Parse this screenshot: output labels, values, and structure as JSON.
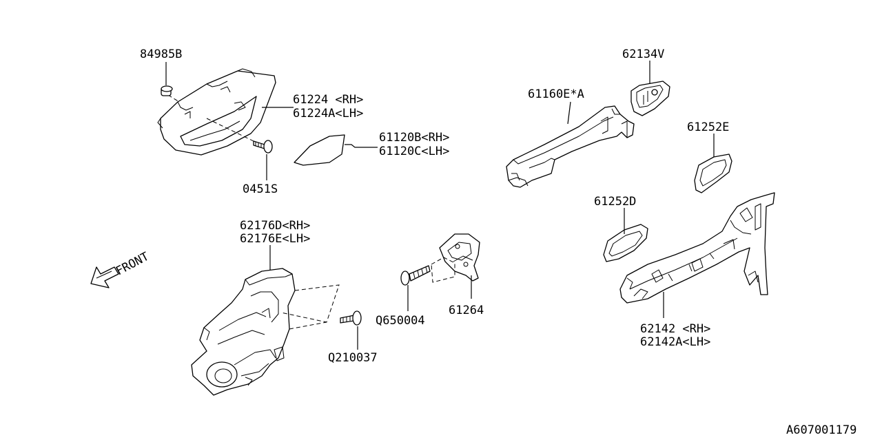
{
  "labels": {
    "p84985b": "84985B",
    "p61224_rh": "61224 <RH>",
    "p61224a_lh": "61224A<LH>",
    "p61120b_rh": "61120B<RH>",
    "p61120c_lh": "61120C<LH>",
    "p0451s": "0451S",
    "p61160e": "61160E*A",
    "p62134v": "62134V",
    "p61252e": "61252E",
    "p61252d": "61252D",
    "p62142_rh": "62142 <RH>",
    "p62142a_lh": "62142A<LH>",
    "p62176d_rh": "62176D<RH>",
    "p62176e_lh": "62176E<LH>",
    "p_front": "FRONT",
    "pq650004": "Q650004",
    "p61264": "61264",
    "pq210037": "Q210037",
    "diagram_id": "A607001179"
  }
}
